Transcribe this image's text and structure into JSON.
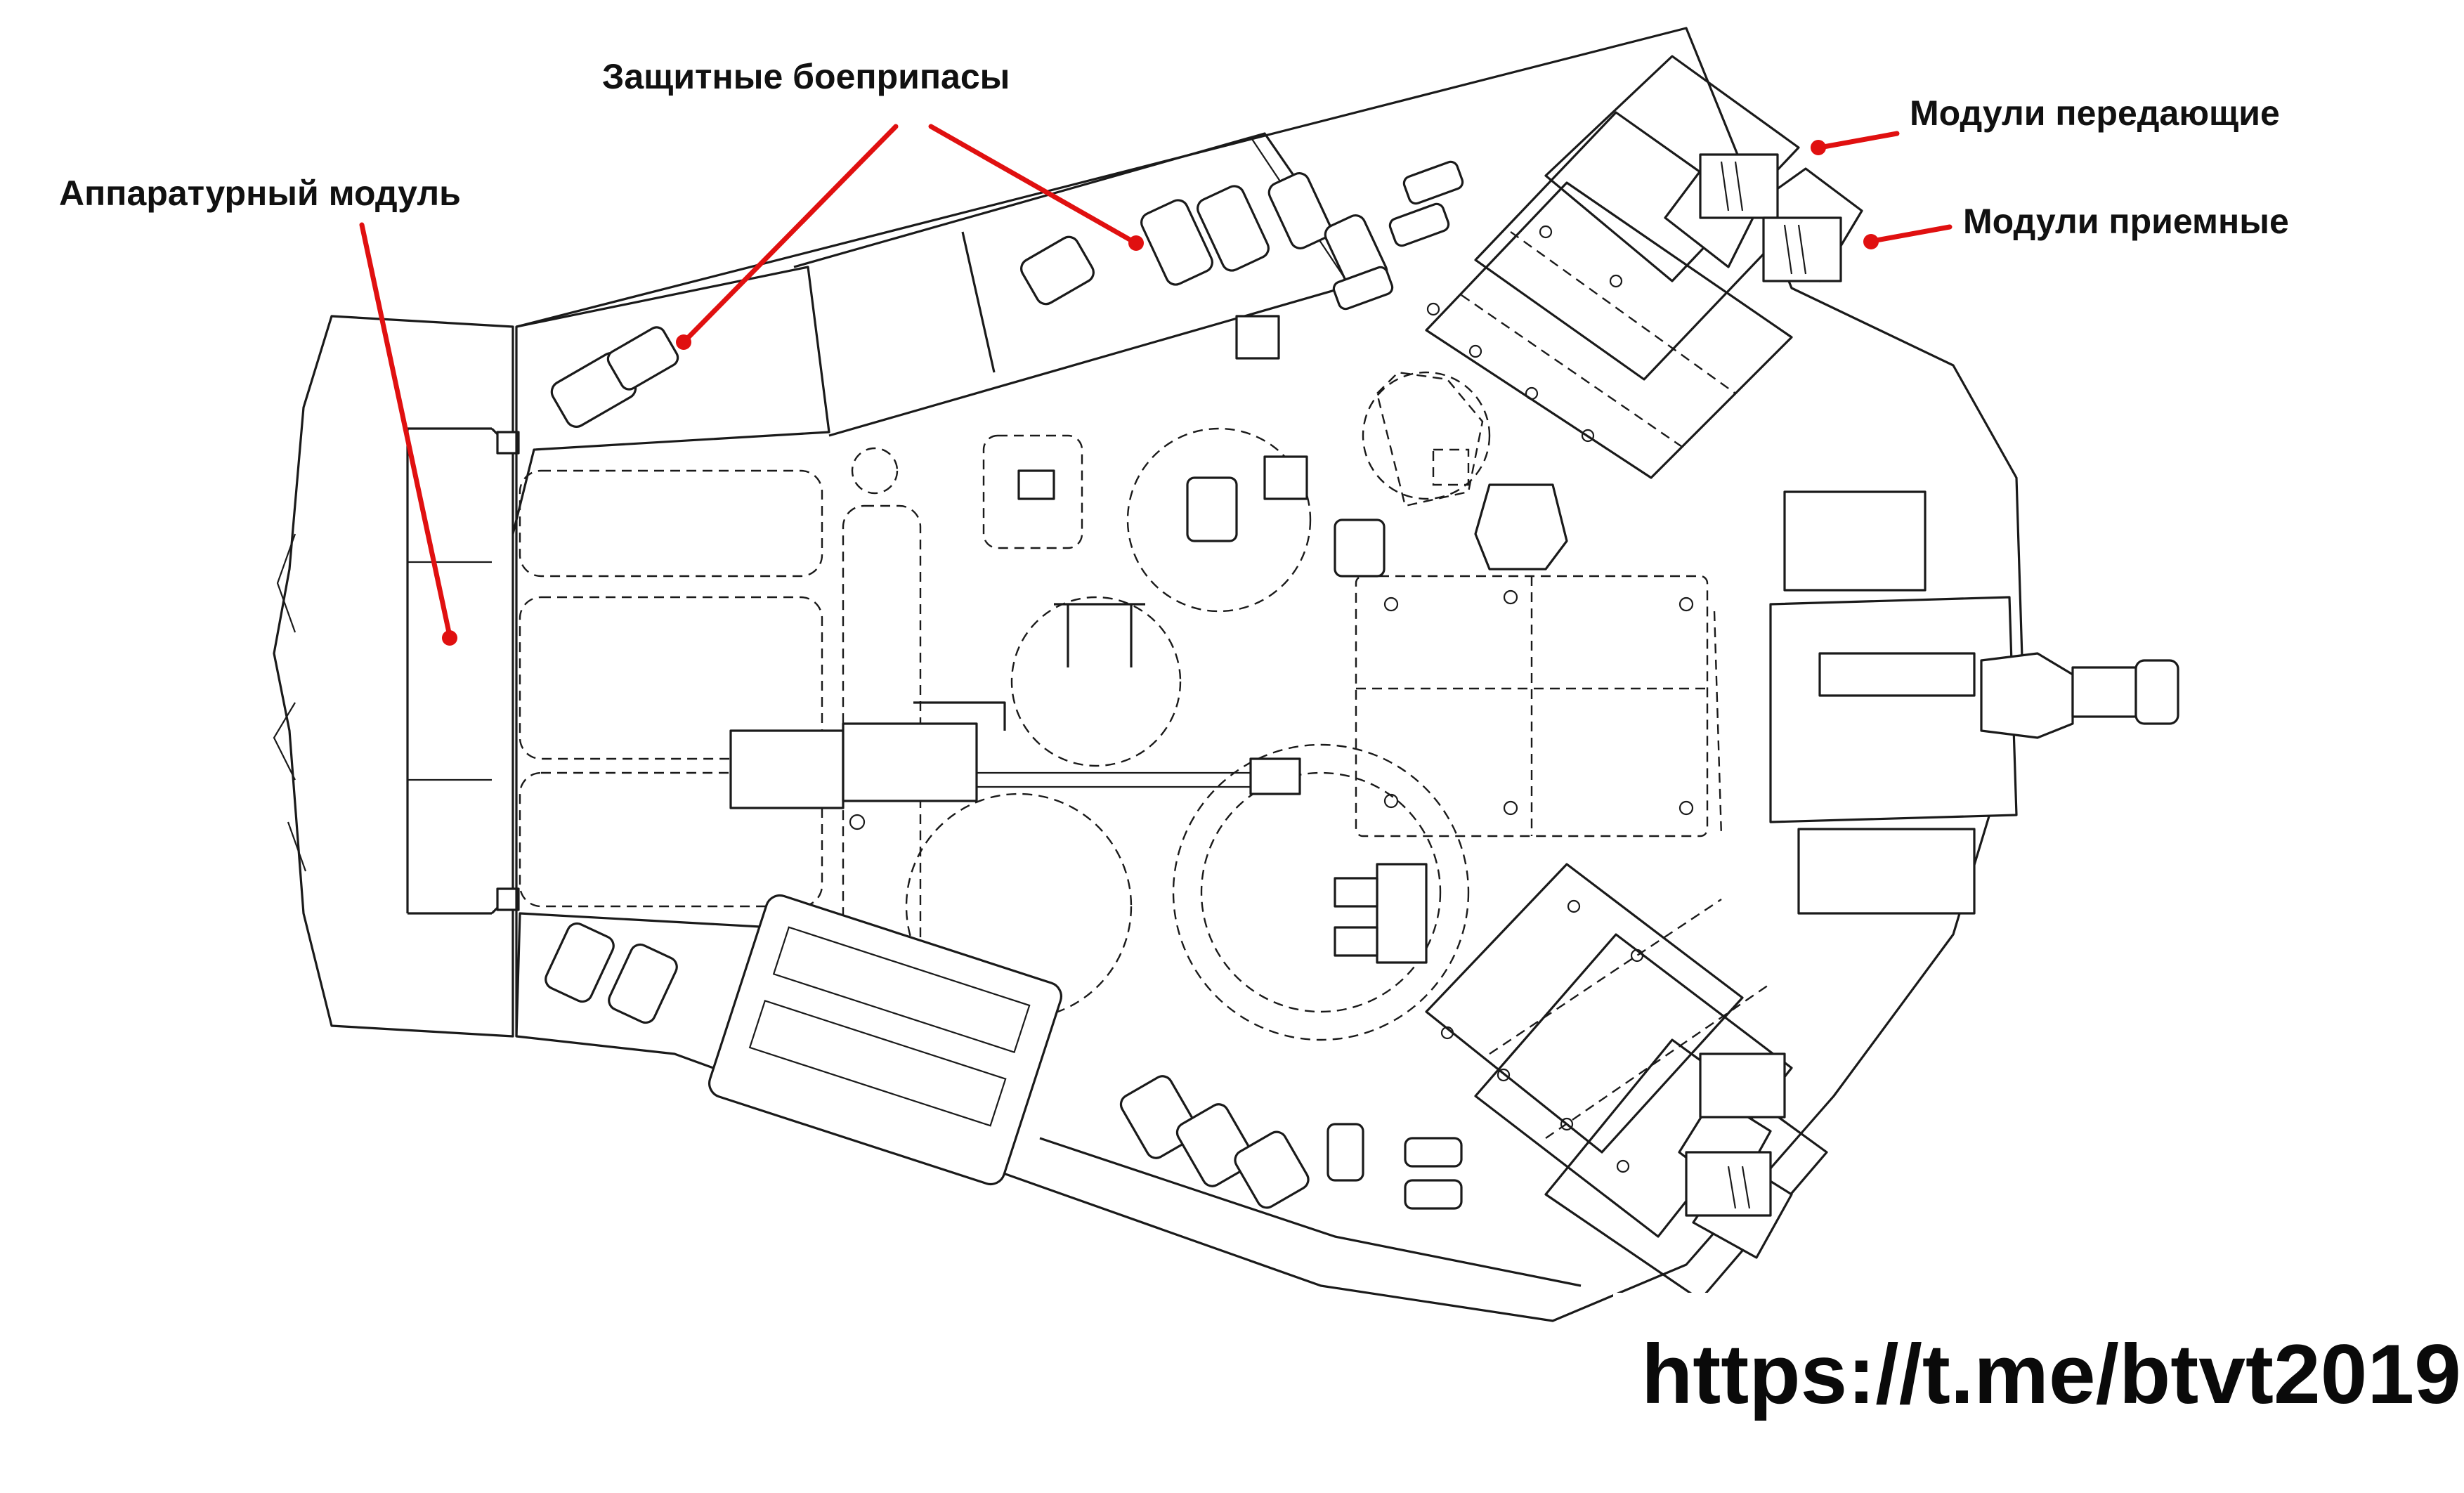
{
  "labels": {
    "apparatus_module": "Аппаратурный модуль",
    "protective_ammo": "Защитные боеприпасы",
    "transmit_modules": "Модули передающие",
    "receive_modules": "Модули приемные"
  },
  "watermark": "https://t.me/btvt2019",
  "colors": {
    "line": "#1a1a1a",
    "pointer": "#e01010",
    "background": "#ffffff",
    "text": "#111111"
  }
}
